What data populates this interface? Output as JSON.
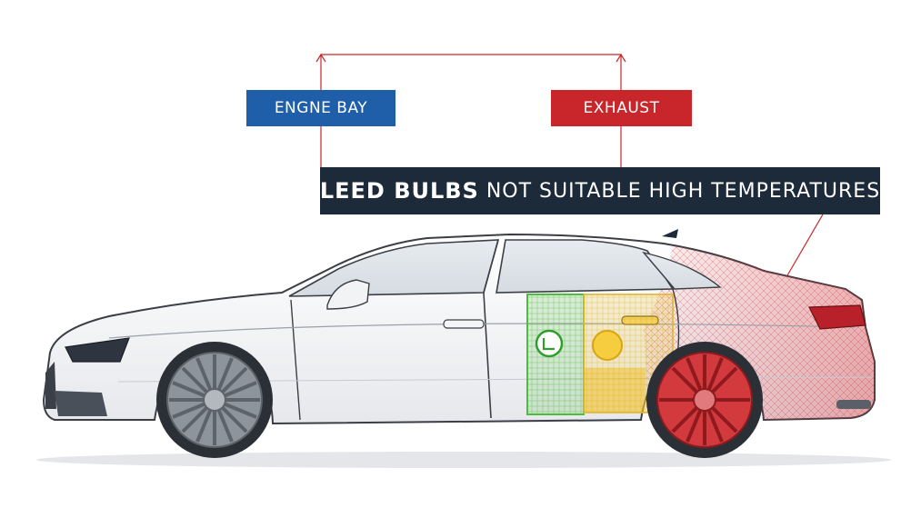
{
  "labels": {
    "engine_bay": "ENGNE BAY",
    "exhaust": "EXHAUST"
  },
  "banner": {
    "bold_part": "LEED BULBS",
    "rest": "NOT SUITABLE HIGH TEMPERATURES"
  },
  "colors": {
    "engine_label_bg": "#1f5ea8",
    "exhaust_label_bg": "#c8262b",
    "banner_bg": "#1c2a3a",
    "connector_line": "#c8262b",
    "zone_green": "#4cbf3a",
    "zone_yellow": "#f2c230",
    "zone_red": "#d8262b"
  },
  "icons": [
    "vehicle-side-view",
    "green-circle-icon",
    "yellow-circle-icon"
  ]
}
